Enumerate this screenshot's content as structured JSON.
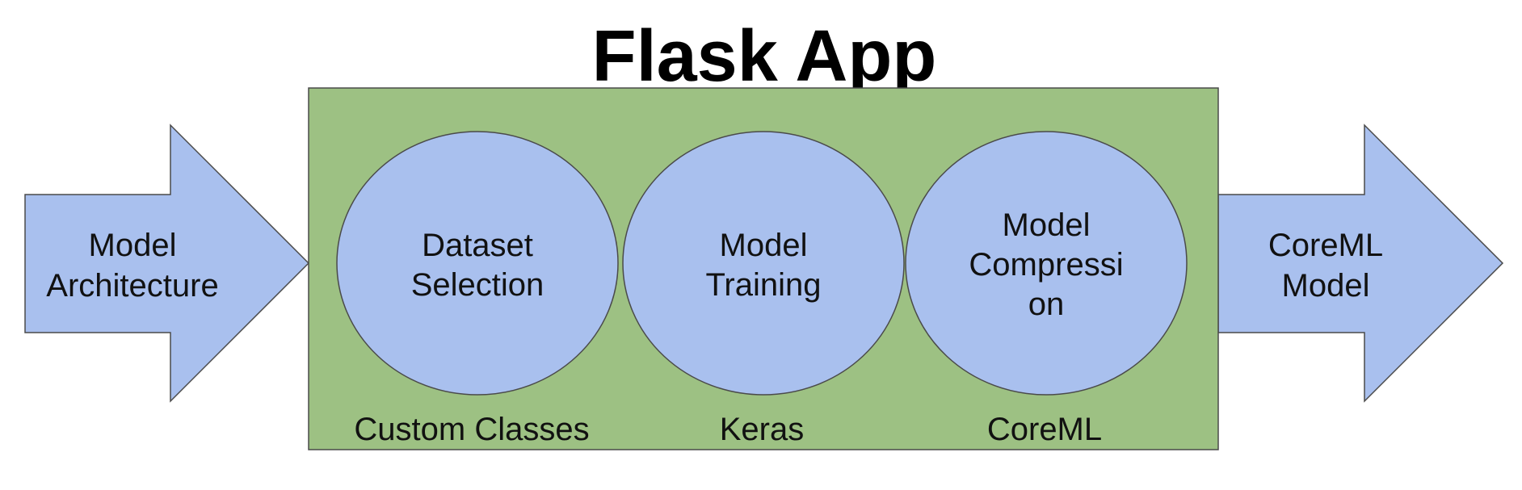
{
  "title": "Flask App",
  "input_arrow": {
    "lines": [
      "Model",
      "Architecture"
    ]
  },
  "output_arrow": {
    "lines": [
      "CoreML",
      "Model"
    ]
  },
  "stages": [
    {
      "lines": [
        "Dataset",
        "Selection"
      ],
      "tool": "Custom Classes"
    },
    {
      "lines": [
        "Model",
        "Training"
      ],
      "tool": "Keras"
    },
    {
      "lines": [
        "Model",
        "Compressi",
        "on"
      ],
      "tool": "CoreML"
    }
  ],
  "colors": {
    "container_fill": "#9dc183",
    "shape_fill": "#a9c0ee",
    "stroke": "#4a4a4a",
    "text": "#111111"
  }
}
